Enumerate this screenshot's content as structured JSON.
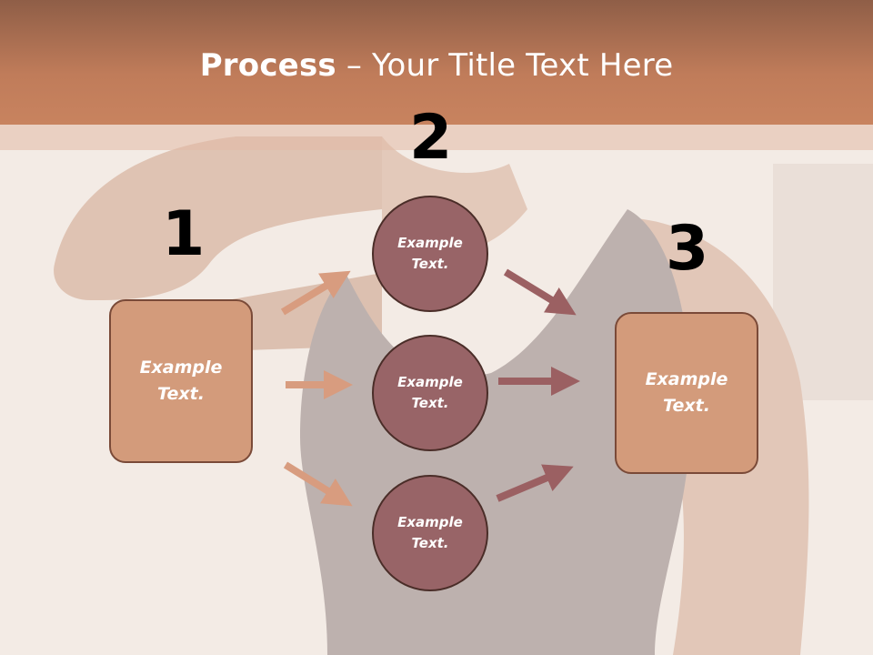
{
  "title": {
    "bold": "Process",
    "rest": " – Your Title Text Here"
  },
  "steps": [
    {
      "number": "1",
      "label_line1": "Example",
      "label_line2": "Text."
    },
    {
      "number": "2"
    },
    {
      "number": "3",
      "label_line1": "Example",
      "label_line2": "Text."
    }
  ],
  "circles": [
    {
      "label_line1": "Example",
      "label_line2": "Text."
    },
    {
      "label_line1": "Example",
      "label_line2": "Text."
    },
    {
      "label_line1": "Example",
      "label_line2": "Text."
    }
  ],
  "colors": {
    "header": "#c07c5a",
    "box_fill": "#d39b7b",
    "circle_fill": "#986467",
    "arrow_left": "#d89c7f",
    "arrow_right": "#9b6062"
  }
}
